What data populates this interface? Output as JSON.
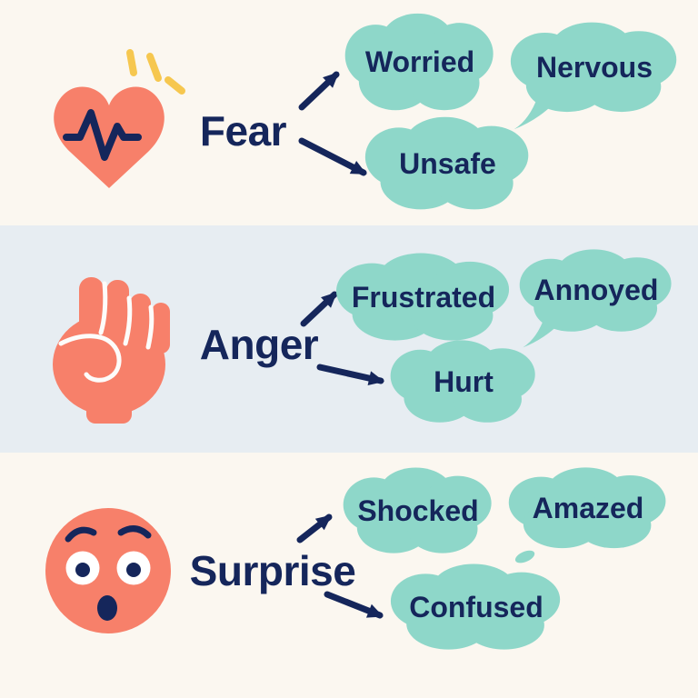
{
  "diagram": {
    "type": "emotion-vocabulary-map",
    "sections": [
      {
        "emotion": "Fear",
        "icon": "heartbeat-heart",
        "bubbles": [
          {
            "label": "Worried",
            "shape": "cloud"
          },
          {
            "label": "Nervous",
            "shape": "speech-cloud"
          },
          {
            "label": "Unsafe",
            "shape": "cloud"
          }
        ],
        "arrows": [
          {
            "from": "Fear",
            "to": "Worried"
          },
          {
            "from": "Fear",
            "to": "Unsafe"
          }
        ]
      },
      {
        "emotion": "Anger",
        "icon": "raised-fist",
        "bubbles": [
          {
            "label": "Frustrated",
            "shape": "cloud"
          },
          {
            "label": "Annoyed",
            "shape": "speech-cloud"
          },
          {
            "label": "Hurt",
            "shape": "cloud"
          }
        ],
        "arrows": [
          {
            "from": "Anger",
            "to": "Frustrated"
          },
          {
            "from": "Anger",
            "to": "Hurt"
          }
        ]
      },
      {
        "emotion": "Surprise",
        "icon": "surprised-face",
        "bubbles": [
          {
            "label": "Shocked",
            "shape": "cloud"
          },
          {
            "label": "Amazed",
            "shape": "thought-cloud"
          },
          {
            "label": "Confused",
            "shape": "cloud"
          }
        ],
        "arrows": [
          {
            "from": "Surprise",
            "to": "Shocked"
          },
          {
            "from": "Surprise",
            "to": "Confused"
          }
        ]
      }
    ],
    "colors": {
      "background_cream": "#FBF7F0",
      "background_blue": "#E7EDF2",
      "bubble_teal": "#8ED7C9",
      "text_navy": "#15265B",
      "icon_coral": "#F7806A",
      "sparkle_yellow": "#F6C74F"
    }
  }
}
